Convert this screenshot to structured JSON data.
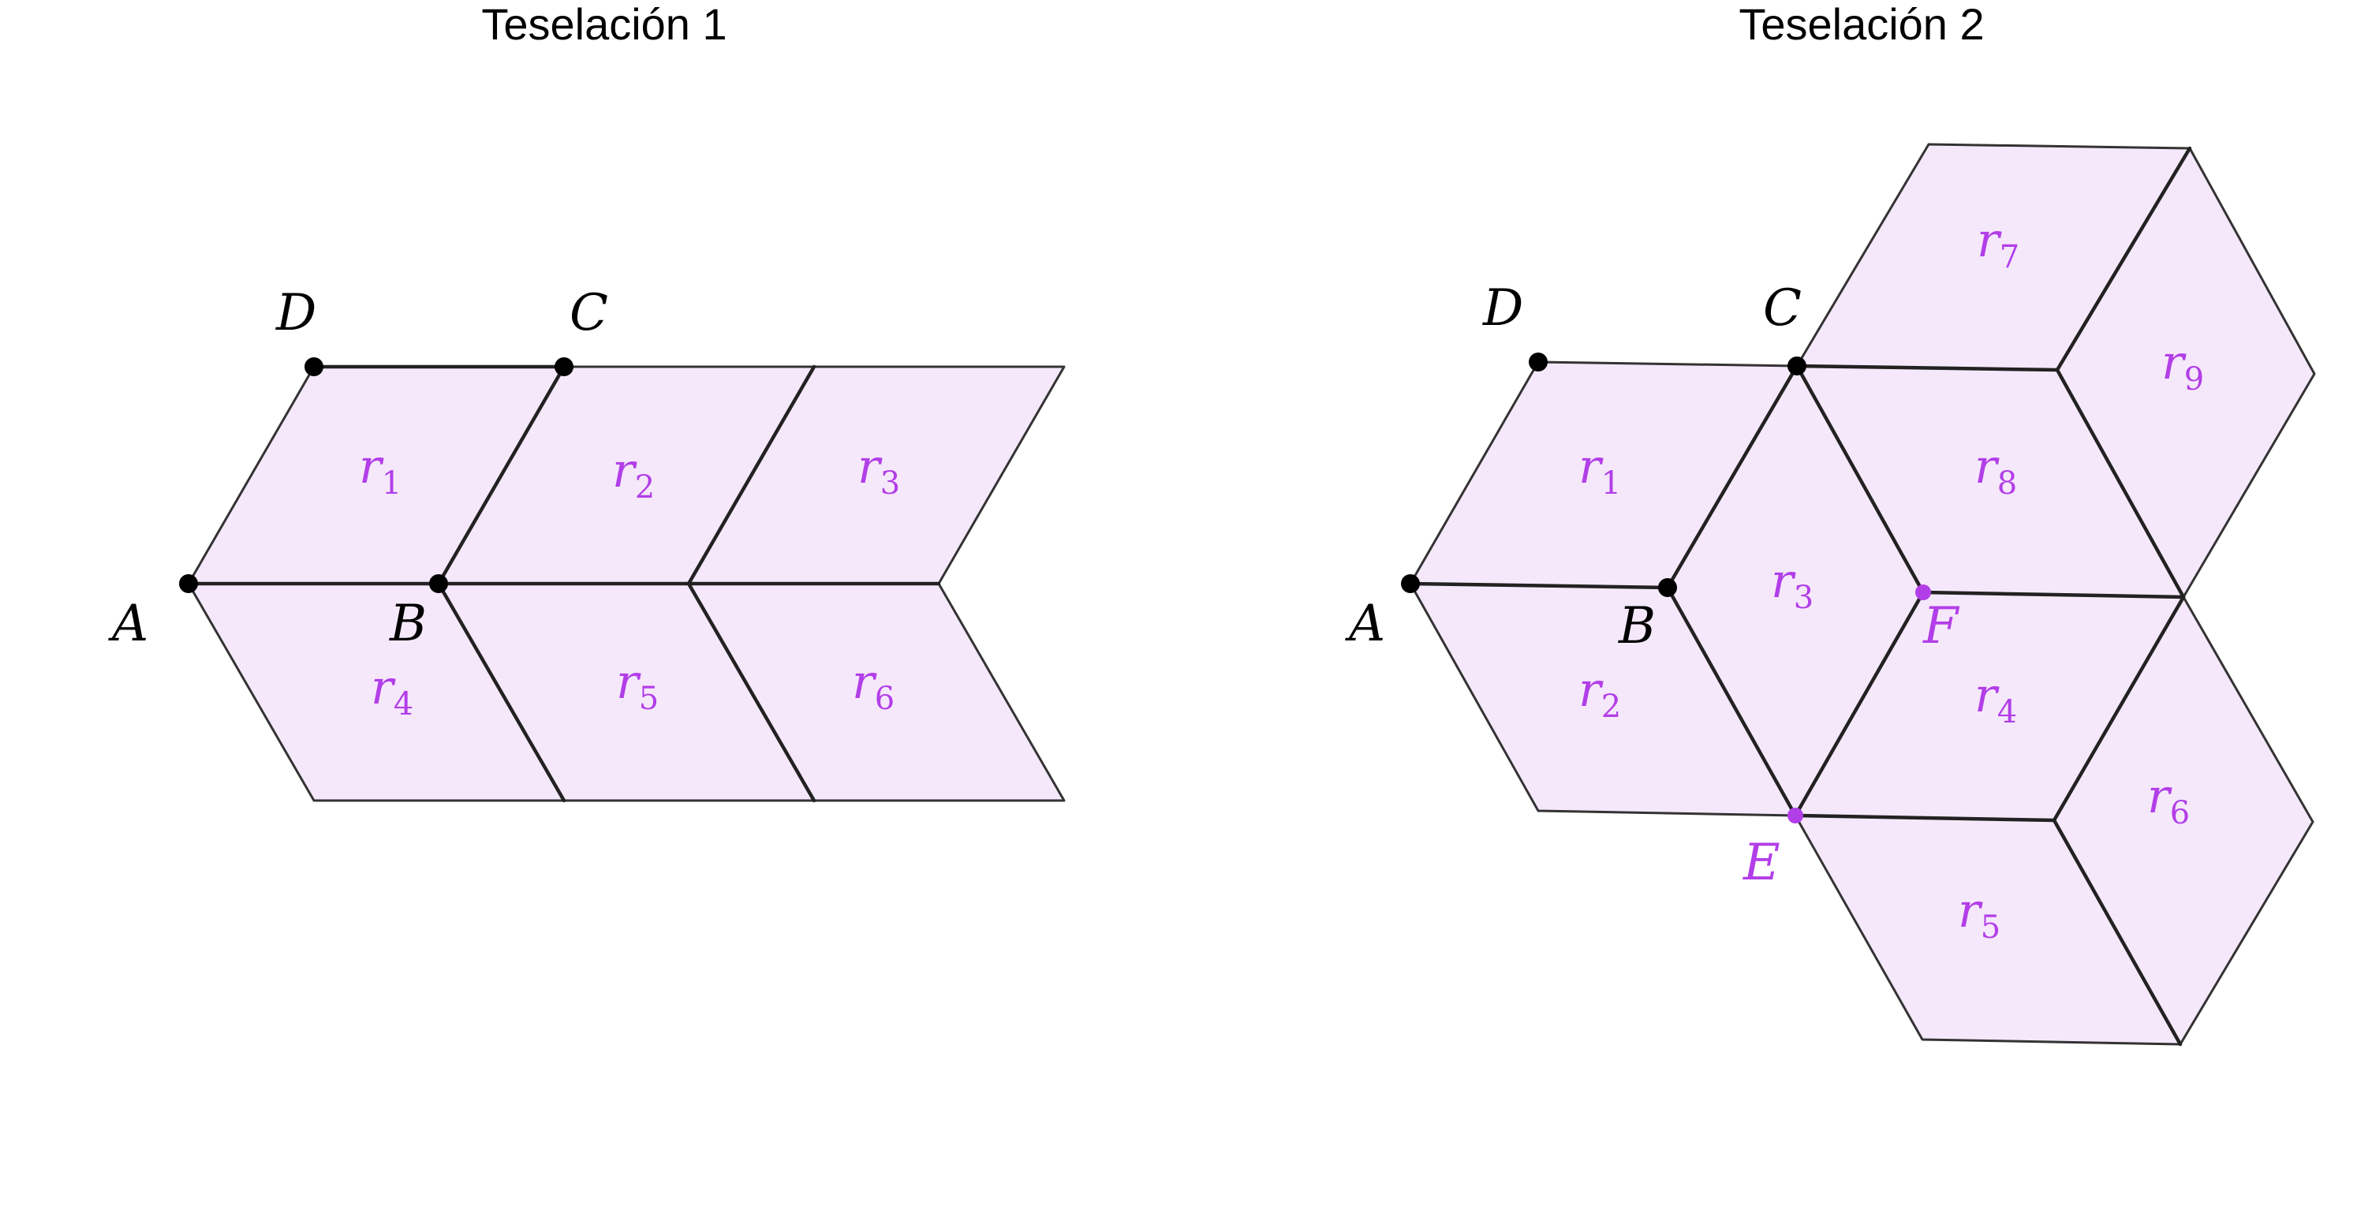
{
  "panels": [
    {
      "title": "Teselación 1",
      "vertices": {
        "A": "A",
        "B": "B",
        "C": "C",
        "D": "D"
      },
      "regions": [
        {
          "letter": "r",
          "sub": "1"
        },
        {
          "letter": "r",
          "sub": "2"
        },
        {
          "letter": "r",
          "sub": "3"
        },
        {
          "letter": "r",
          "sub": "4"
        },
        {
          "letter": "r",
          "sub": "5"
        },
        {
          "letter": "r",
          "sub": "6"
        }
      ]
    },
    {
      "title": "Teselación 2",
      "vertices": {
        "A": "A",
        "B": "B",
        "C": "C",
        "D": "D",
        "E": "E",
        "F": "F"
      },
      "regions": [
        {
          "letter": "r",
          "sub": "1"
        },
        {
          "letter": "r",
          "sub": "2"
        },
        {
          "letter": "r",
          "sub": "3"
        },
        {
          "letter": "r",
          "sub": "4"
        },
        {
          "letter": "r",
          "sub": "5"
        },
        {
          "letter": "r",
          "sub": "6"
        },
        {
          "letter": "r",
          "sub": "7"
        },
        {
          "letter": "r",
          "sub": "8"
        },
        {
          "letter": "r",
          "sub": "9"
        }
      ]
    }
  ],
  "colors": {
    "fill": "#f5e8fb",
    "accent": "#b23ee8",
    "ink": "#000000"
  }
}
